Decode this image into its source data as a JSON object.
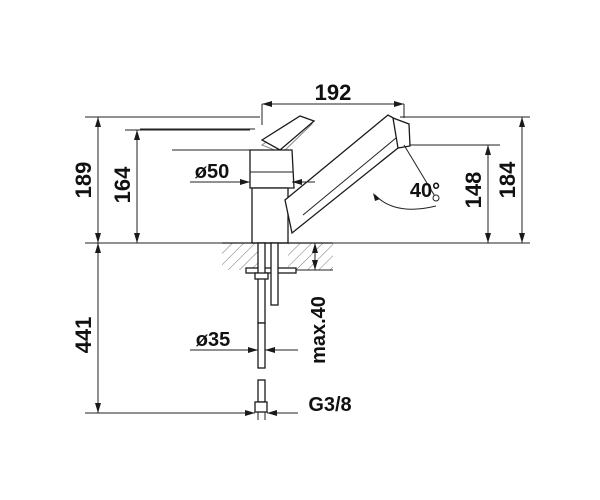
{
  "dimensions": {
    "spout_reach": "192",
    "total_height": "189",
    "lever_height": "164",
    "body_diameter": "ø50",
    "swivel_angle": "40°",
    "spout_outlet_height": "148",
    "spout_top_height": "184",
    "hose_length": "441",
    "hole_diameter": "ø35",
    "max_countertop": "max.40",
    "connection_thread": "G3/8"
  }
}
